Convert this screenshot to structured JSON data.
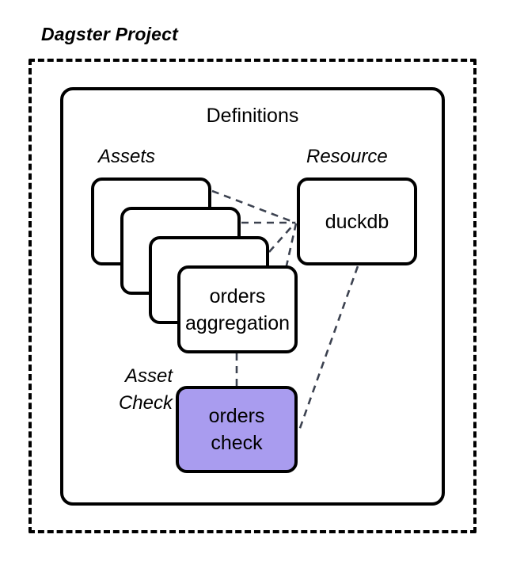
{
  "diagram": {
    "type": "architecture-diagram",
    "title": "Dagster Project",
    "boundary_style": "dashed",
    "colors": {
      "stroke": "#000000",
      "background": "#ffffff",
      "connector": "#3c4250",
      "asset_check_fill": "#a99cef"
    }
  },
  "project": {
    "label": "Dagster Project"
  },
  "definitions": {
    "title": "Definitions"
  },
  "groups": {
    "assets_label": "Assets",
    "resource_label": "Resource",
    "asset_check_label_line1": "Asset",
    "asset_check_label_line2": "Check"
  },
  "assets": {
    "stack_count": 4,
    "cards": [
      {
        "label": ""
      },
      {
        "label": ""
      },
      {
        "label": ""
      },
      {
        "line1": "orders",
        "line2": "aggregation"
      }
    ]
  },
  "resource": {
    "name": "duckdb"
  },
  "asset_check": {
    "line1": "orders",
    "line2": "check"
  },
  "connections": [
    {
      "from": "asset-card-0",
      "to": "duckdb",
      "style": "dashed"
    },
    {
      "from": "asset-card-1",
      "to": "duckdb",
      "style": "dashed"
    },
    {
      "from": "asset-card-2",
      "to": "duckdb",
      "style": "dashed"
    },
    {
      "from": "asset-card-3",
      "to": "duckdb",
      "style": "dashed"
    },
    {
      "from": "orders-aggregation",
      "to": "orders-check",
      "style": "dashed"
    },
    {
      "from": "duckdb",
      "to": "orders-check",
      "style": "dashed"
    }
  ]
}
